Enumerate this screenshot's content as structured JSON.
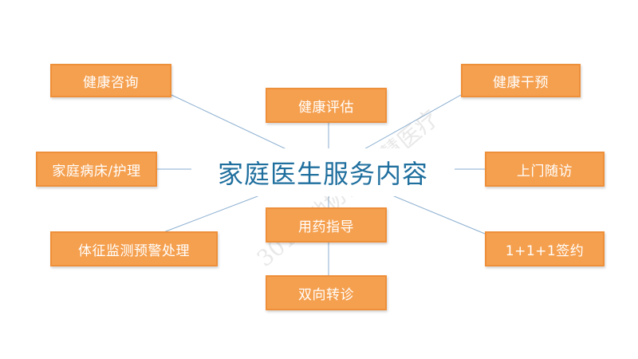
{
  "diagram": {
    "center": "家庭医生服务内容",
    "nodes": {
      "health_consult": "健康咨询",
      "health_assess": "健康评估",
      "health_intervene": "健康干预",
      "home_bed": "家庭病床/护理",
      "followup": "上门随访",
      "medication": "用药指导",
      "vital_monitor": "体征监测预警处理",
      "referral": "双向转诊",
      "signing": "1+1+1签约"
    },
    "watermark": "301军地协同 智慧医疗"
  }
}
